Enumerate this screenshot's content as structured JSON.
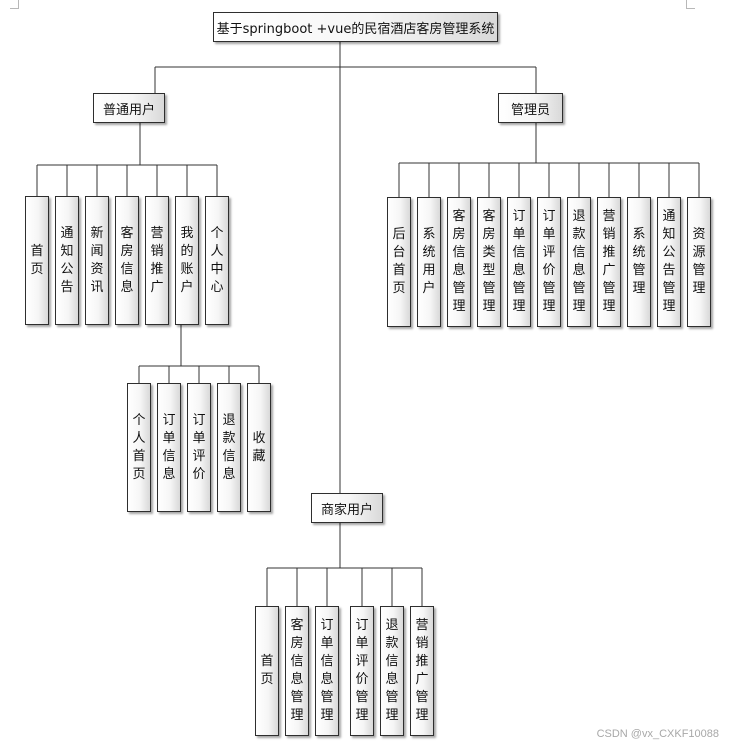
{
  "root": "基于springboot +vue的民宿酒店客房管理系统",
  "branches": [
    {
      "label": "普通用户",
      "children": [
        {
          "label": "首页"
        },
        {
          "label": "通知公告"
        },
        {
          "label": "新闻资讯"
        },
        {
          "label": "客房信息"
        },
        {
          "label": "营销推广"
        },
        {
          "label": "我的账户",
          "children": [
            {
              "label": "个人首页"
            },
            {
              "label": "订单信息"
            },
            {
              "label": "订单评价"
            },
            {
              "label": "退款信息"
            },
            {
              "label": "收藏"
            }
          ]
        },
        {
          "label": "个人中心"
        }
      ]
    },
    {
      "label": "商家用户",
      "children": [
        {
          "label": "首页"
        },
        {
          "label": "客房信息管理"
        },
        {
          "label": "订单信息管理"
        },
        {
          "label": "订单评价管理"
        },
        {
          "label": "退款信息管理"
        },
        {
          "label": "营销推广管理"
        }
      ]
    },
    {
      "label": "管理员",
      "children": [
        {
          "label": "后台首页"
        },
        {
          "label": "系统用户"
        },
        {
          "label": "客房信息管理"
        },
        {
          "label": "客房类型管理"
        },
        {
          "label": "订单信息管理"
        },
        {
          "label": "订单评价管理"
        },
        {
          "label": "退款信息管理"
        },
        {
          "label": "营销推广管理"
        },
        {
          "label": "系统管理"
        },
        {
          "label": "通知公告管理"
        },
        {
          "label": "资源管理"
        }
      ]
    }
  ],
  "watermark": "CSDN @vx_CXKF10088"
}
